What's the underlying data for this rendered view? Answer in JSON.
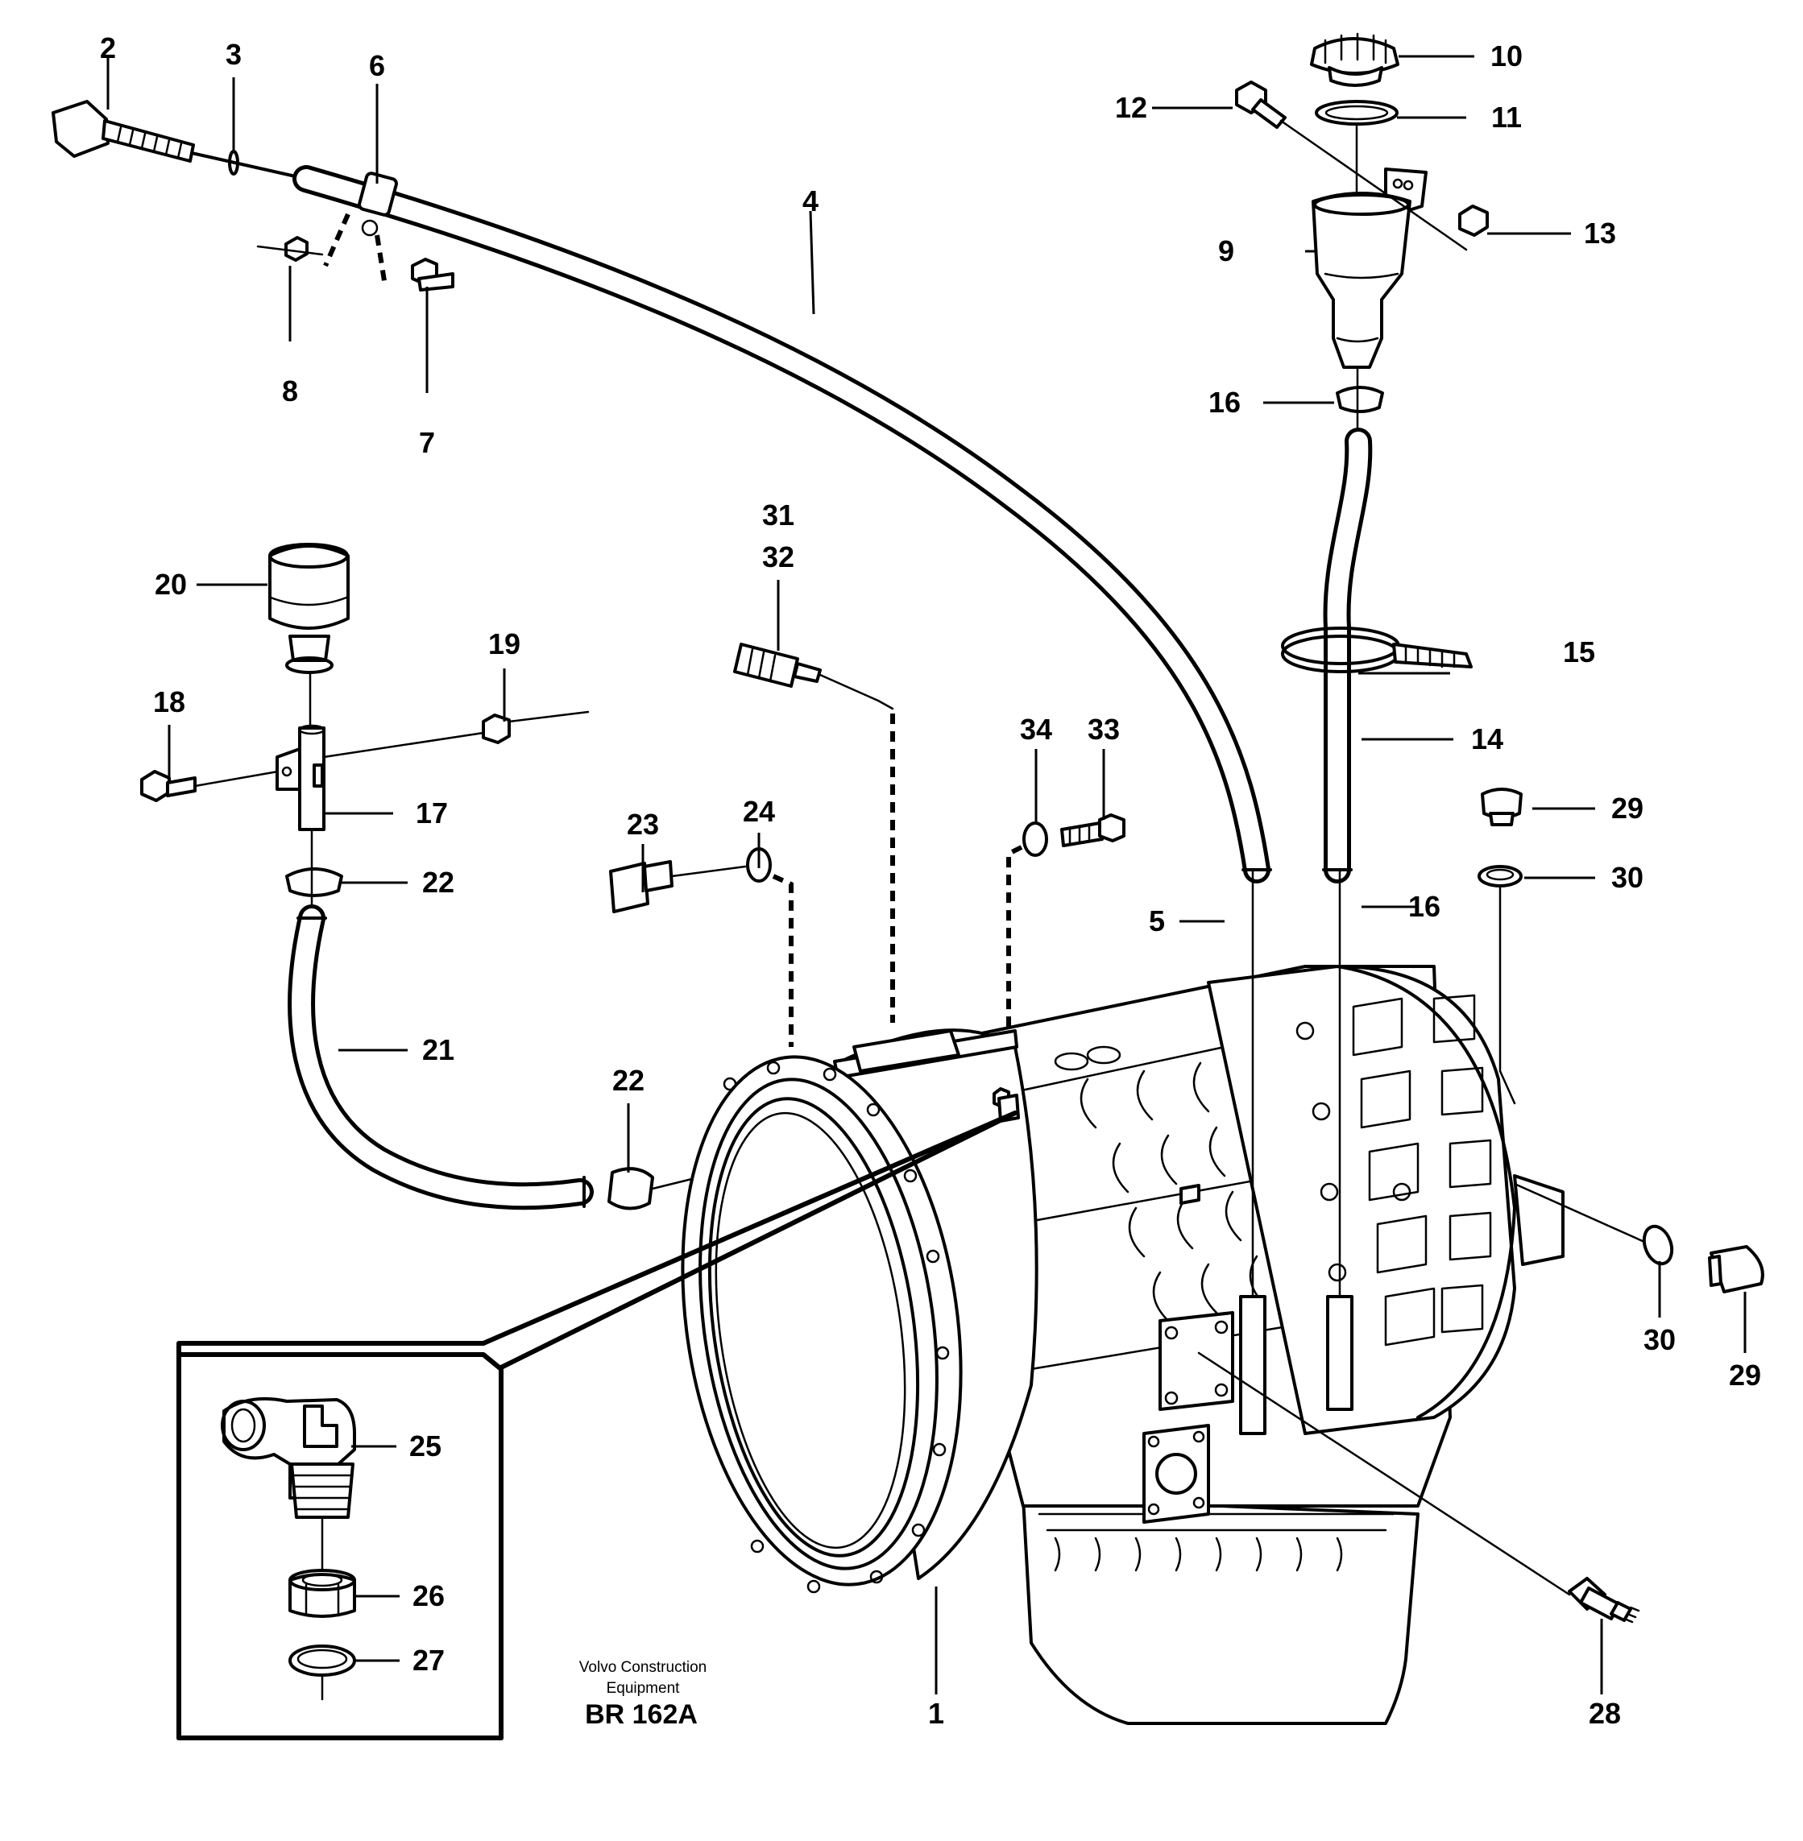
{
  "diagram": {
    "part_labels": [
      "1",
      "2",
      "3",
      "4",
      "5",
      "6",
      "7",
      "8",
      "9",
      "10",
      "11",
      "12",
      "13",
      "14",
      "15",
      "16",
      "16",
      "17",
      "18",
      "19",
      "20",
      "21",
      "22",
      "22",
      "23",
      "24",
      "25",
      "26",
      "27",
      "28",
      "29",
      "29",
      "30",
      "30",
      "31",
      "32",
      "33",
      "34"
    ],
    "caption": {
      "line1": "Volvo Construction",
      "line2": "Equipment",
      "code": "BR 162A"
    }
  }
}
